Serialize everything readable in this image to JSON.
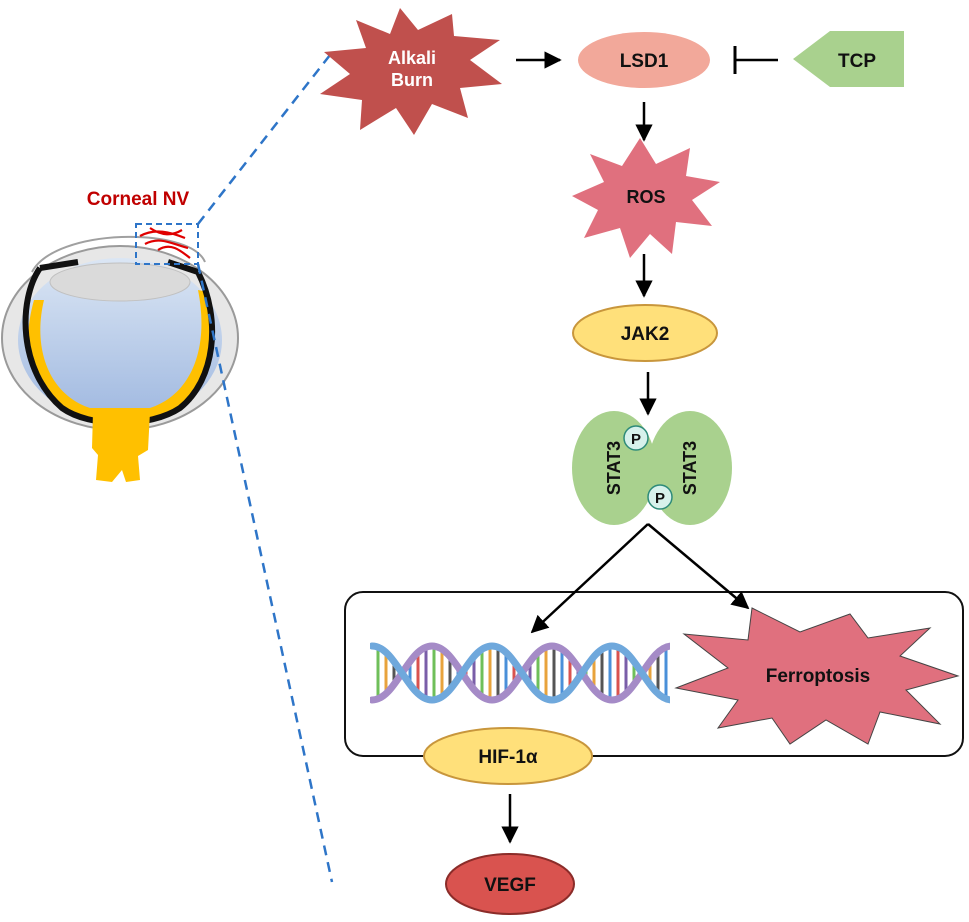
{
  "eye": {
    "label": "Corneal NV",
    "label_color": "#c00000"
  },
  "nodes": {
    "alkali_burn": {
      "line1": "Alkali",
      "line2": "Burn",
      "color": "#c0504d"
    },
    "lsd1": {
      "label": "LSD1",
      "color": "#f2a89a"
    },
    "tcp": {
      "label": "TCP",
      "color": "#a9d18e"
    },
    "ros": {
      "label": "ROS",
      "color": "#e0707e"
    },
    "jak2": {
      "label": "JAK2",
      "color": "#ffe07a"
    },
    "stat3_left": {
      "label": "STAT3",
      "color": "#a9d18e"
    },
    "stat3_right": {
      "label": "STAT3",
      "color": "#a9d18e"
    },
    "phospho_top": {
      "label": "P"
    },
    "phospho_bottom": {
      "label": "P"
    },
    "ferroptosis": {
      "label": "Ferroptosis",
      "color": "#e0707e"
    },
    "hif1a": {
      "label": "HIF-1α",
      "color": "#ffe07a"
    },
    "vegf": {
      "label": "VEGF",
      "color": "#d9534f"
    }
  },
  "colors": {
    "dashed_line": "#2e75c8",
    "arrow": "#000000",
    "dna_blue": "#6fa8dc",
    "dna_purple": "#a58bc7"
  }
}
